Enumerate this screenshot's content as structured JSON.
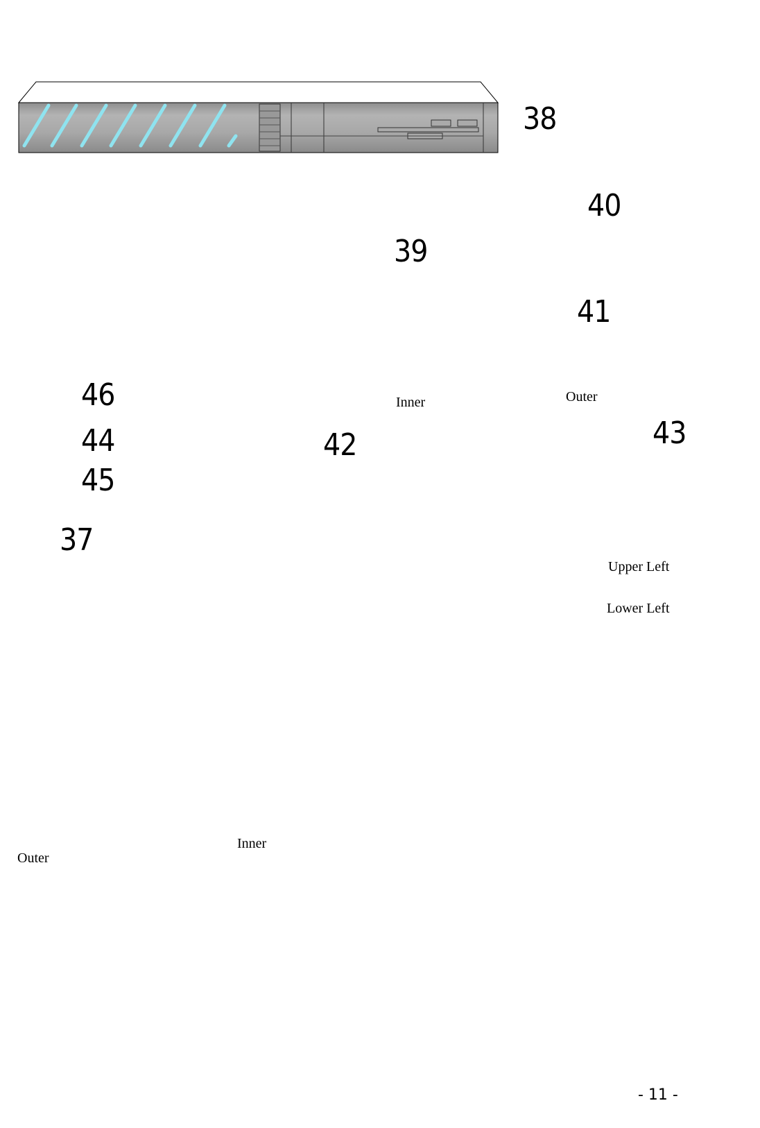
{
  "parts": {
    "p38": "38",
    "p39": "39",
    "p40": "40",
    "p41": "41",
    "p42": "42",
    "p43": "43",
    "p44": "44",
    "p45": "45",
    "p46": "46",
    "p37": "37"
  },
  "labels": {
    "inner_top": "Inner",
    "outer_top": "Outer",
    "upper_left": "Upper Left",
    "lower_left": "Lower Left",
    "outer_bottom": "Outer",
    "inner_bottom": "Inner"
  },
  "page_number": "- 11 -",
  "colors": {
    "panel_gray": "#a9a9a9",
    "dark_gray": "#7a7a7a",
    "stripe_cyan": "#8fe3ef",
    "light_yellow": "#f6fb6a",
    "bright_yellow": "#e4f500"
  }
}
